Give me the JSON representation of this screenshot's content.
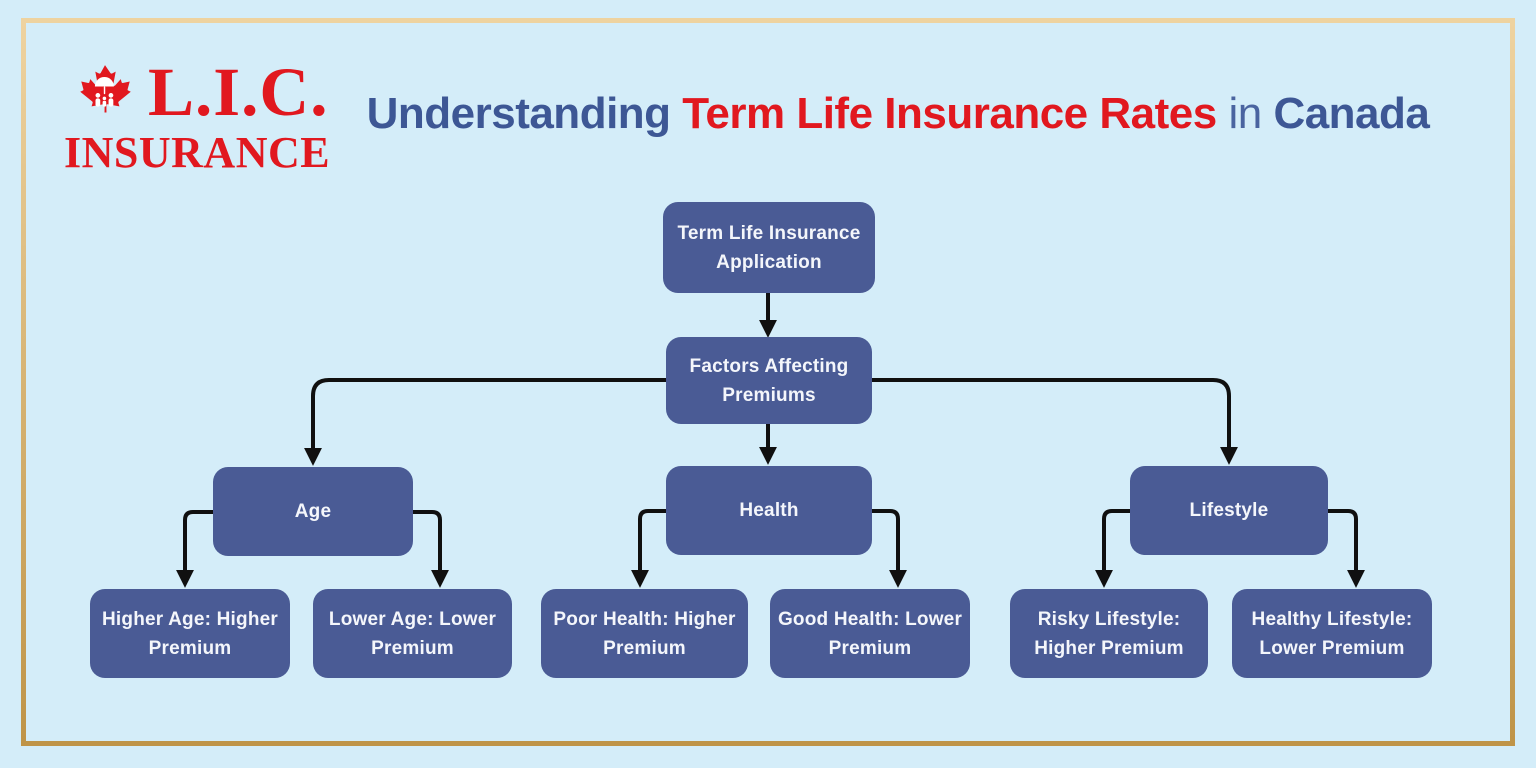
{
  "colors": {
    "background": "#d4edf9",
    "brand_red": "#e1181f",
    "title_blue": "#3d5795",
    "title_blue_light": "#4a64a0",
    "node_fill": "#4a5b95",
    "node_text": "#f4f6fb",
    "connector": "#101010",
    "frame_gold_light": "#eed3a0",
    "frame_gold_dark": "#bf9448"
  },
  "logo": {
    "line1": "L.I.C.",
    "line2": "INSURANCE",
    "icon": "maple-leaf-with-family-umbrella"
  },
  "title": {
    "part1": "Understanding",
    "part2": "Term Life Insurance Rates",
    "part3": "in",
    "part4": "Canada"
  },
  "flowchart": {
    "type": "tree-flowchart",
    "nodes": {
      "root": {
        "label": "Term Life Insurance\nApplication"
      },
      "factors": {
        "label": "Factors Affecting\nPremiums"
      },
      "age": {
        "label": "Age"
      },
      "health": {
        "label": "Health"
      },
      "lifestyle": {
        "label": "Lifestyle"
      },
      "age_high": {
        "label": "Higher Age: Higher\nPremium"
      },
      "age_low": {
        "label": "Lower Age: Lower\nPremium"
      },
      "health_poor": {
        "label": "Poor Health: Higher\nPremium"
      },
      "health_good": {
        "label": "Good Health: Lower\nPremium"
      },
      "lifestyle_risky": {
        "label": "Risky Lifestyle:\nHigher Premium"
      },
      "lifestyle_healthy": {
        "label": "Healthy Lifestyle:\nLower Premium"
      }
    },
    "edges": [
      "root -> factors",
      "factors -> age",
      "factors -> health",
      "factors -> lifestyle",
      "age -> age_high",
      "age -> age_low",
      "health -> health_poor",
      "health -> health_good",
      "lifestyle -> lifestyle_risky",
      "lifestyle -> lifestyle_healthy"
    ]
  }
}
